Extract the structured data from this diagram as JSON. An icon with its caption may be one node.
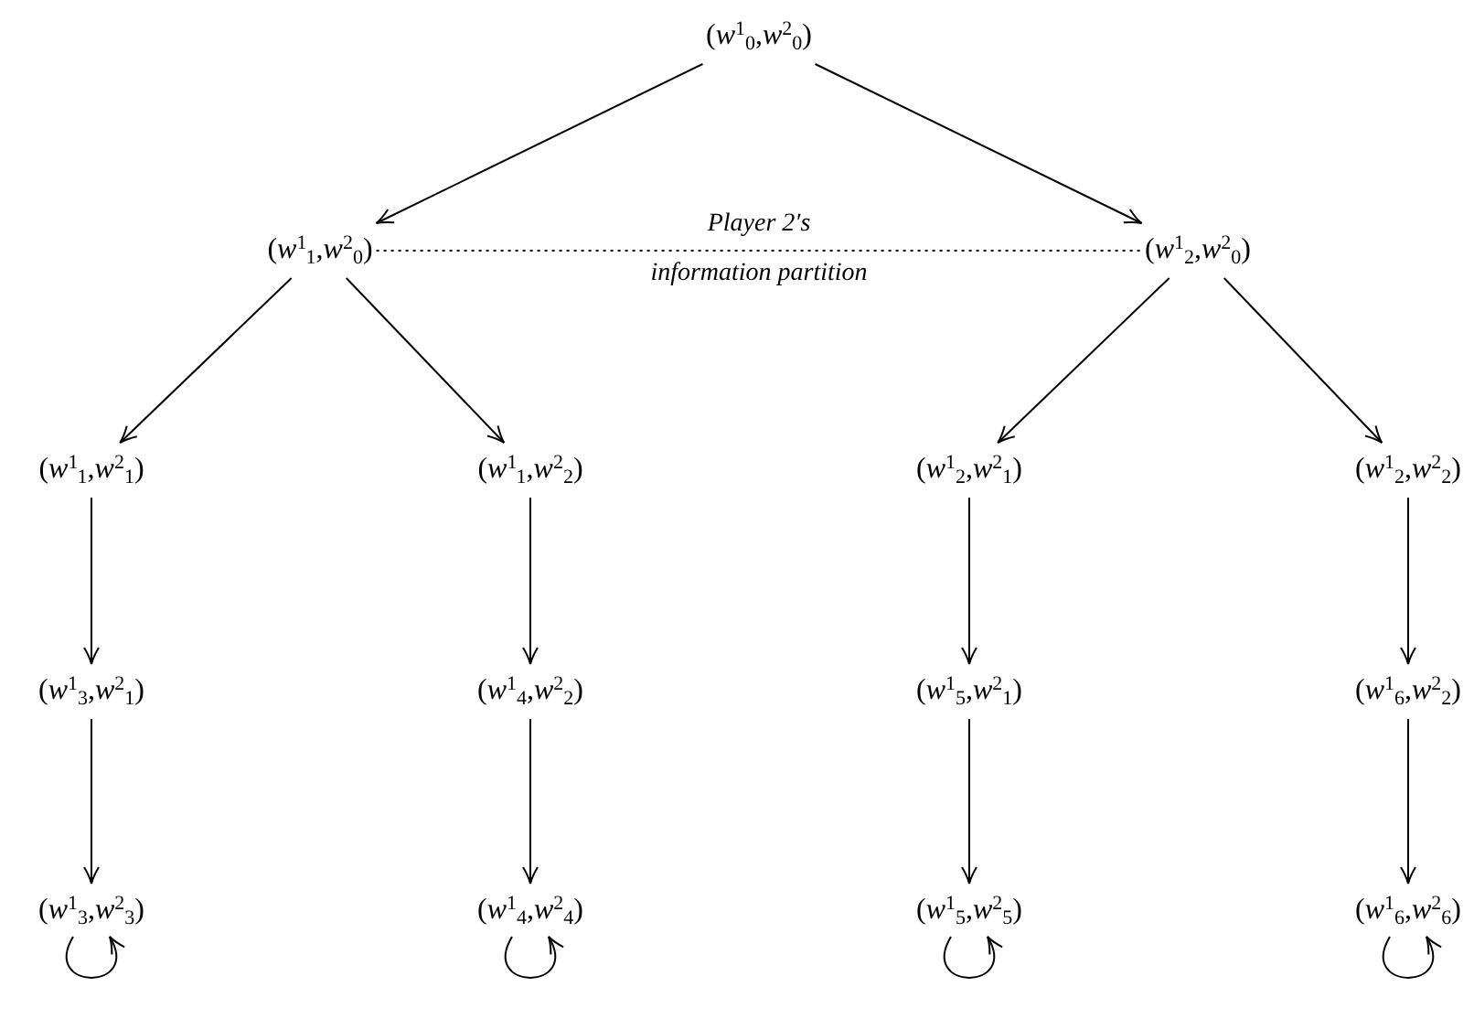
{
  "diagram": {
    "nodes": [
      {
        "text": [
          "(*w*$^{1}$$_{0}$,*w*$^{2}$$_{0}$)"
        ]
      },
      {
        "text": [
          "(*w*$^{1}$$_{1}$,*w*$^{2}$$_{0}$)"
        ]
      },
      {
        "text": [
          "(*w*$^{1}$$_{2}$,*w*$^{2}$$_{0}$)"
        ]
      },
      {
        "text": [
          "(*w*$^{1}$$_{1}$,*w*$^{2}$$_{1}$)"
        ]
      },
      {
        "text": [
          "(*w*$^{1}$$_{1}$,*w*$^{2}$$_{2}$)"
        ]
      },
      {
        "text": [
          "(*w*$^{1}$$_{2}$,*w*$^{2}$$_{1}$)"
        ]
      },
      {
        "text": [
          "(*w*$^{1}$$_{2}$,*w*$^{2}$$_{2}$)"
        ]
      },
      {
        "text": [
          "(*w*$^{1}$$_{3}$,*w*$^{2}$$_{1}$)"
        ]
      },
      {
        "text": [
          "(*w*$^{1}$$_{4}$,*w*$^{2}$$_{2}$)"
        ]
      },
      {
        "text": [
          "(*w*$^{1}$$_{5}$,*w*$^{2}$$_{1}$)"
        ]
      },
      {
        "text": [
          "(*w*$^{1}$$_{6}$,*w*$^{2}$$_{2}$)"
        ]
      },
      {
        "text": [
          "(*w*$^{1}$$_{3}$,*w*$^{2}$$_{3}$)"
        ]
      },
      {
        "text": [
          "(*w*$^{1}$$_{4}$,*w*$^{2}$$_{4}$)"
        ]
      },
      {
        "text": [
          "(*w*$^{1}$$_{5}$,*w*$^{2}$$_{5}$)"
        ]
      },
      {
        "text": [
          "(*w*$^{1}$$_{6}$,*w*$^{2}$$_{6}$)"
        ]
      }
    ],
    "edges": [
      {
        "from": 0,
        "to": 1,
        "arrow": "to"
      },
      {
        "from": 0,
        "to": 2,
        "arrow": "to"
      },
      {
        "from": 1,
        "to": 2,
        "arrow": "none",
        "style": "dashed"
      },
      {
        "from": 1,
        "to": 3,
        "arrow": "to"
      },
      {
        "from": 1,
        "to": 4,
        "arrow": "to"
      },
      {
        "from": 2,
        "to": 5,
        "arrow": "to"
      },
      {
        "from": 2,
        "to": 6,
        "arrow": "to"
      },
      {
        "from": 3,
        "to": 7,
        "arrow": "to"
      },
      {
        "from": 4,
        "to": 8,
        "arrow": "to"
      },
      {
        "from": 5,
        "to": 9,
        "arrow": "to"
      },
      {
        "from": 6,
        "to": 10,
        "arrow": "to"
      },
      {
        "from": 7,
        "to": 11,
        "arrow": "to"
      },
      {
        "from": 8,
        "to": 12,
        "arrow": "to"
      },
      {
        "from": 9,
        "to": 13,
        "arrow": "to"
      },
      {
        "from": 10,
        "to": 14,
        "arrow": "to"
      },
      {
        "from": 11,
        "to": 11,
        "arrow": "to"
      },
      {
        "from": 12,
        "to": 12,
        "arrow": "to"
      },
      {
        "from": 13,
        "to": 13,
        "arrow": "to"
      },
      {
        "from": 14,
        "to": 14,
        "arrow": "to"
      }
    ],
    "labels": [
      "Player 2′s",
      "information partition"
    ]
  }
}
